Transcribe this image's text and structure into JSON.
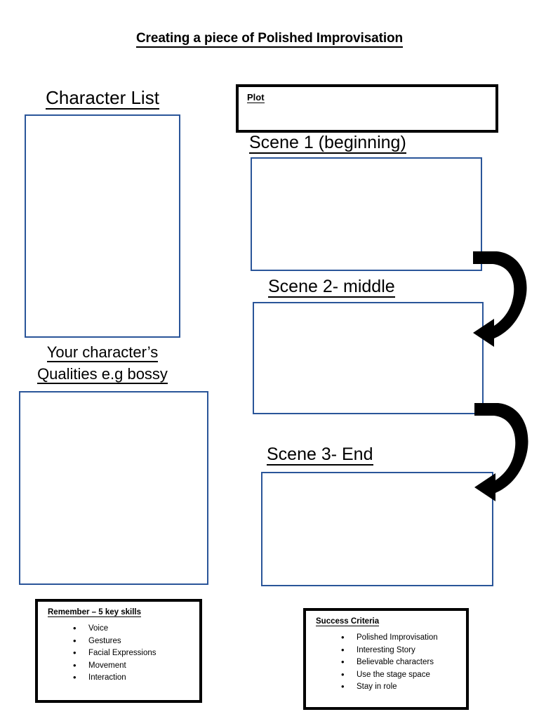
{
  "document": {
    "title": "Creating a piece of Polished Improvisation"
  },
  "left_column": {
    "character_list": {
      "heading": "Character List",
      "box_value": ""
    },
    "qualities": {
      "heading_line1": "Your character’s",
      "heading_line2": "Qualities e.g bossy",
      "box_value": ""
    },
    "remember_box": {
      "title": "Remember – 5 key skills",
      "items": [
        "Voice",
        "Gestures",
        "Facial Expressions",
        "Movement",
        "Interaction"
      ]
    }
  },
  "right_column": {
    "plot": {
      "label": "Plot",
      "box_value": ""
    },
    "scenes": [
      {
        "heading": "Scene 1 (beginning)",
        "box_value": ""
      },
      {
        "heading": "Scene 2- middle",
        "box_value": ""
      },
      {
        "heading": "Scene 3- End",
        "box_value": ""
      }
    ],
    "success_box": {
      "title": "Success Criteria",
      "items": [
        "Polished Improvisation",
        "Interesting Story",
        "Believable characters",
        "Use the stage space",
        "Stay in role"
      ]
    }
  },
  "connectors": [
    {
      "name": "curved-arrow-scene1-to-scene2"
    },
    {
      "name": "curved-arrow-scene2-to-scene3"
    }
  ],
  "colors": {
    "box_border_blue": "#2a5599",
    "info_border_black": "#000000",
    "page_background": "#ffffff",
    "text": "#000000"
  }
}
